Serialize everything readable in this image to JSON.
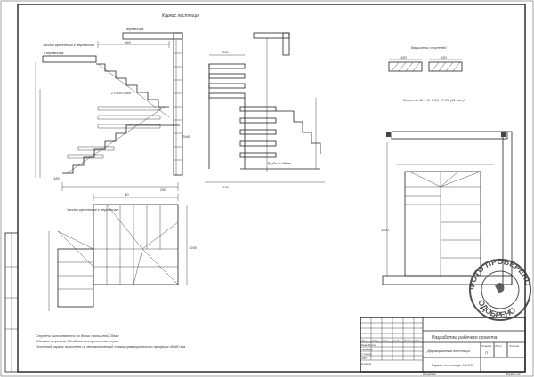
{
  "drawing": {
    "title": "Каркас лестницы",
    "labels": {
      "lintel_1": "Перемычка",
      "lintel_2": "Перемычка",
      "angle_fix": "Уголок крепления к перемычке",
      "angle_fix_plan": "Уголок крепления к перемычке",
      "step_variants": "Варианты ступеней",
      "steps_note": "Ступени № 1-3, 7-10, 17-20 (11 шт.)",
      "pipe": "Труба ф 40мм"
    },
    "dimensions": [
      "180",
      "270х4=1080",
      "250",
      "960",
      "2940",
      "180",
      "150",
      "150",
      "40",
      "330",
      "1100",
      "1930"
    ],
    "notes": [
      "Ступени выполняются из доски толщиной 30мм",
      "Обвязка из уголка 63х40 мм для крепления перил",
      "Основной каркас выполнен из металлической стали прямоугольного профиля 40х80 мм"
    ]
  },
  "title_block": {
    "headers": [
      "Изм.",
      "Кол.уч",
      "Лист",
      "№ док",
      "Подпись",
      "Дата"
    ],
    "roles": [
      "Разработал",
      "Проверил",
      "Т. контр.",
      "ГИП",
      "Н.контр."
    ],
    "project": "Разработка рабочего проекта",
    "object": "Двухмаршевая лестница",
    "sheet_title": "Каркас лестницы М1:25",
    "stage_headers": [
      "Стадия",
      "Лист",
      "Листов"
    ],
    "stage": "П",
    "footer_left": "Копировал",
    "footer_right": "Формат А3"
  },
  "stamp": {
    "top_text": "ФОТО ПРОВЕРЕНО",
    "bottom_text": "ОДОБРЕНО"
  }
}
